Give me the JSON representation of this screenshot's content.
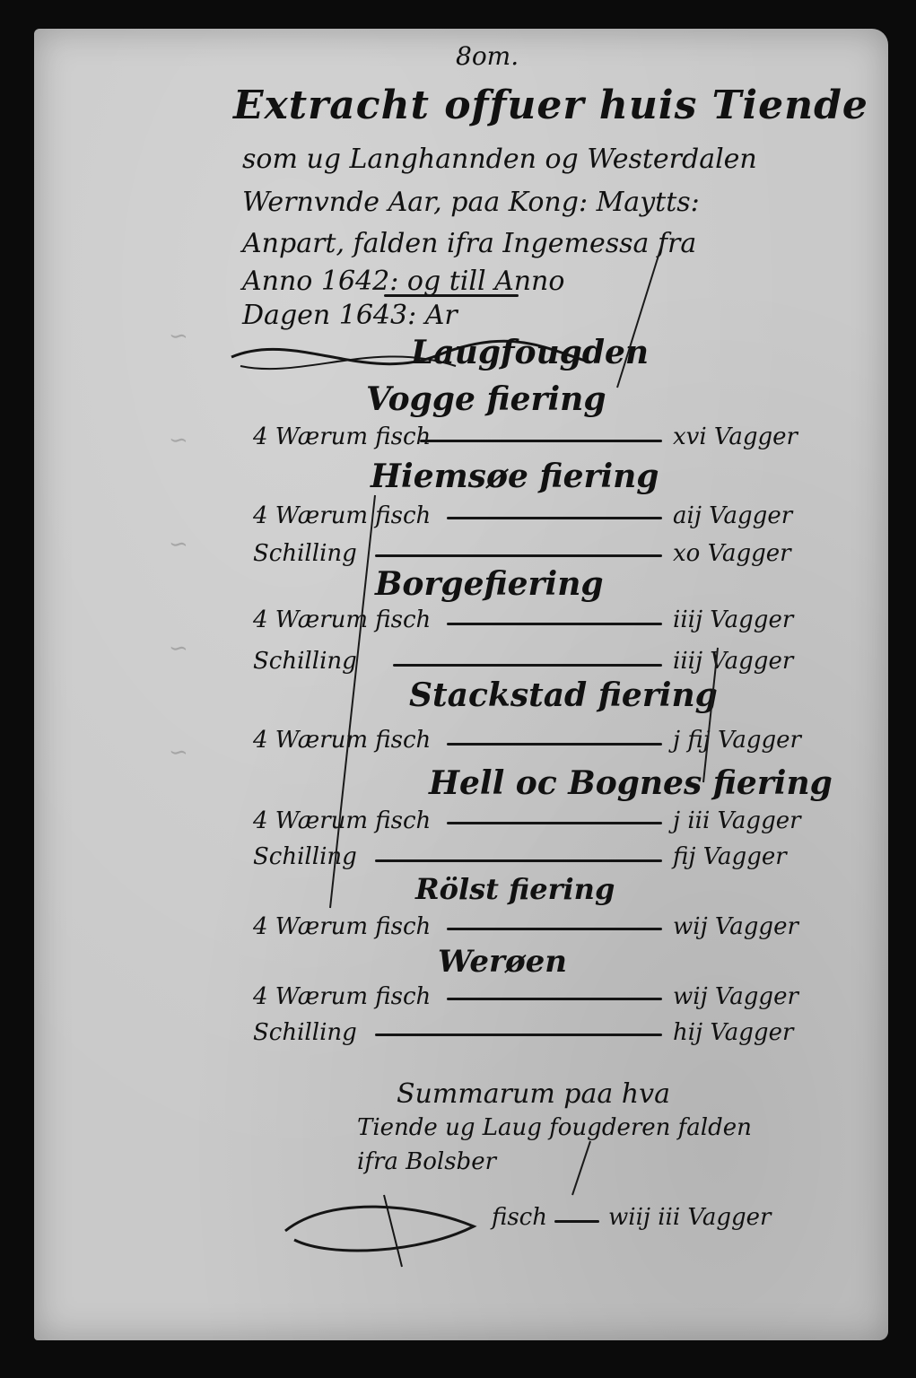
{
  "header": {
    "top_word": "8om.",
    "title": "Extracht offuer huis Tiende",
    "lines": [
      "som ug Langhannden og Westerdalen",
      "Wernvnde Aar, paa Kong: Maytts:",
      "Anpart, falden ifra Ingemessa fra",
      "Anno 1642: og till Anno",
      "Dagen 1643: Ar"
    ]
  },
  "district": "Laugfougden",
  "sections": [
    {
      "name": "Vogge fiering",
      "entries": [
        {
          "label": "4 Wærum fisch",
          "amount": "xvi Vagger"
        }
      ]
    },
    {
      "name": "Hiemsøe fiering",
      "entries": [
        {
          "label": "4 Wærum fisch",
          "amount": "aij Vagger"
        },
        {
          "label": "Schilling",
          "amount": "xo Vagger"
        }
      ]
    },
    {
      "name": "Borgefiering",
      "entries": [
        {
          "label": "4 Wærum fisch",
          "amount": "iiij Vagger"
        },
        {
          "label": "Schilling",
          "amount": "iiij Vagger"
        }
      ]
    },
    {
      "name": "Stackstad fiering",
      "entries": [
        {
          "label": "4 Wærum fisch",
          "amount": "j fij Vagger"
        }
      ]
    },
    {
      "name": "Hell oc Bognes fiering",
      "entries": [
        {
          "label": "4 Wærum fisch",
          "amount": "j iii Vagger"
        },
        {
          "label": "Schilling",
          "amount": "fij Vagger"
        }
      ]
    },
    {
      "name": "Rölst fiering",
      "entries": [
        {
          "label": "4 Wærum fisch",
          "amount": "wij Vagger"
        }
      ]
    },
    {
      "name": "Werøen",
      "entries": [
        {
          "label": "4 Wærum fisch",
          "amount": "wij Vagger"
        },
        {
          "label": "Schilling",
          "amount": "hij Vagger"
        }
      ]
    }
  ],
  "summary": {
    "line1": "Summarum paa hva",
    "line2": "Tiende ug Laug fougderen falden",
    "line3": "ifra Bolsber",
    "total_label": "fisch",
    "total_amount": "wiij iii Vagger"
  }
}
